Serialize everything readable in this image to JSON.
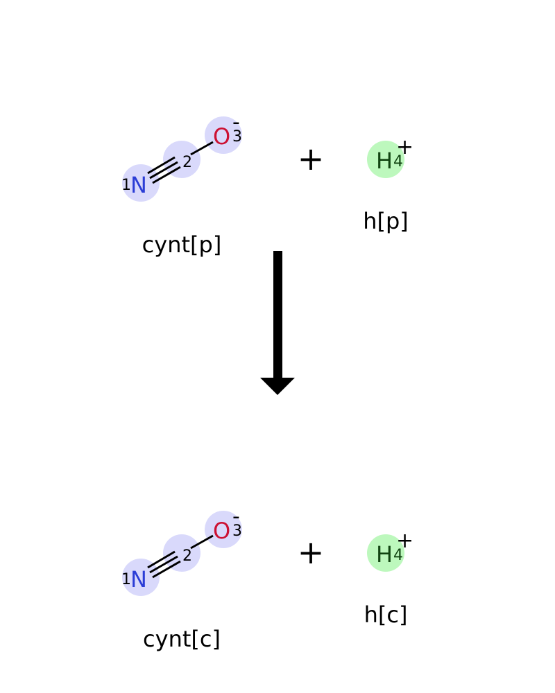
{
  "colors": {
    "atom_highlight": "#d9d9fb",
    "proton_highlight": "#bdf8bd",
    "nitrogen": "#2b3dd6",
    "oxygen": "#cc1133",
    "hydrogen": "#114411",
    "bond": "#000000",
    "arrow": "#000000"
  },
  "reactants": {
    "species1": {
      "label": "cynt[p]",
      "atoms": {
        "n": {
          "symbol": "N",
          "index": "1"
        },
        "c": {
          "index": "2"
        },
        "o": {
          "symbol": "O",
          "index": "3",
          "charge": "-"
        }
      }
    },
    "plus": "+",
    "species2": {
      "label": "h[p]",
      "atom": {
        "symbol": "H",
        "index": "4",
        "charge": "+"
      }
    }
  },
  "arrow": {
    "direction": "down",
    "icon": "reaction-arrow-down"
  },
  "products": {
    "species1": {
      "label": "cynt[c]",
      "atoms": {
        "n": {
          "symbol": "N",
          "index": "1"
        },
        "c": {
          "index": "2"
        },
        "o": {
          "symbol": "O",
          "index": "3",
          "charge": "-"
        }
      }
    },
    "plus": "+",
    "species2": {
      "label": "h[c]",
      "atom": {
        "symbol": "H",
        "index": "4",
        "charge": "+"
      }
    }
  }
}
